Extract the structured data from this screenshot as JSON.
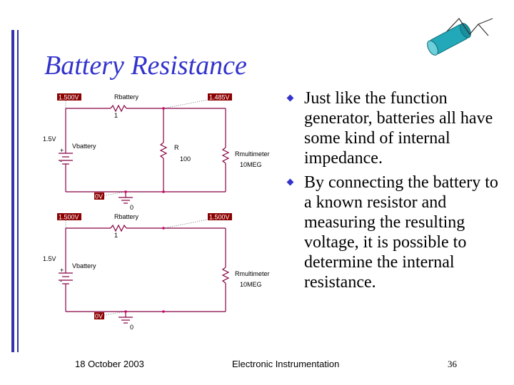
{
  "slide": {
    "title": "Battery Resistance",
    "bullets": [
      "Just like the function generator, batteries all have some kind of internal impedance.",
      "By connecting the battery to a known resistor and measuring the resulting voltage, it is possible to determine the internal resistance."
    ]
  },
  "circuit_top": {
    "v_left": "1.500V",
    "v_right": "1.485V",
    "v_ground": "0V",
    "rbattery_label": "Rbattery",
    "rbattery_value": "1",
    "source_voltage": "1.5V",
    "source_label": "Vbattery",
    "plus": "+",
    "minus": "-",
    "r_label": "R",
    "r_value": "100",
    "rmeter_label": "Rmultimeter",
    "rmeter_value": "10MEG",
    "ground_node": "0"
  },
  "circuit_bottom": {
    "v_left": "1.500V",
    "v_right": "1.500V",
    "v_ground": "0V",
    "rbattery_label": "Rbattery",
    "rbattery_value": "1",
    "source_voltage": "1.5V",
    "source_label": "Vbattery",
    "plus": "+",
    "minus": "-",
    "rmeter_label": "Rmultimeter",
    "rmeter_value": "10MEG",
    "ground_node": "0"
  },
  "footer": {
    "date": "18 October 2003",
    "course": "Electronic Instrumentation",
    "page": "36"
  },
  "colors": {
    "accent": "#3333cc",
    "wire": "#880044",
    "voltage_tag": "#8b0000",
    "logo_cyan": "#22a8b8"
  },
  "icons": {
    "bullet": "diamond-bullet-icon",
    "logo": "battery-logo-icon"
  }
}
